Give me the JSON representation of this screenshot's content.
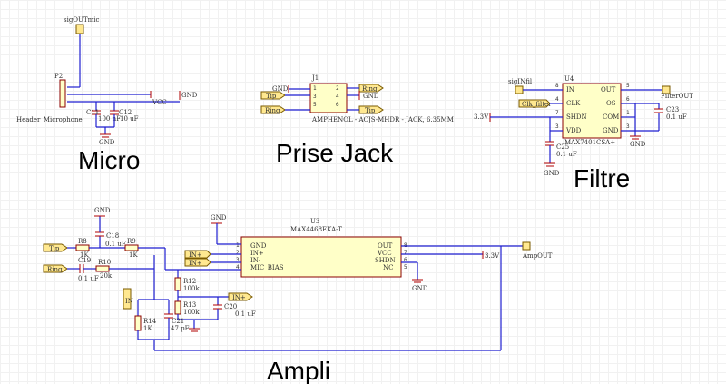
{
  "sections": {
    "micro": "Micro",
    "jack": "Prise Jack",
    "filtre": "Filtre",
    "ampli": "Ampli"
  },
  "micro": {
    "header_ref": "P2",
    "header_name": "Header_Microphone",
    "port_sig": "sigOUTmic",
    "vcc": "VCC",
    "gnd_right": "GND",
    "gnd": "GND",
    "c11": {
      "ref": "C11",
      "value": "100 nF"
    },
    "c12": {
      "ref": "C12",
      "value": "10 uF"
    }
  },
  "jack": {
    "ref": "J1",
    "gnd": "GND",
    "gnd_right": "GND",
    "tip_left": "Tip",
    "ring_left": "Ring",
    "ring_right": "Ring",
    "tip_right": "Tip",
    "pins": [
      "1",
      "2",
      "3",
      "4",
      "5",
      "6"
    ],
    "description": "AMPHENOL - ACJS-MHDR - JACK, 6.35MM"
  },
  "filtre": {
    "ref": "U4",
    "part": "MAX7401CSA+",
    "port_in": "sigINfil",
    "port_clk": "Clk_filter",
    "port_out": "FilterOUT",
    "v33": "3.3V",
    "pins_left": [
      {
        "name": "IN",
        "num": "8"
      },
      {
        "name": "CLK",
        "num": "4"
      },
      {
        "name": "SHDN",
        "num": "7"
      },
      {
        "name": "VDD",
        "num": "3"
      }
    ],
    "pins_right": [
      {
        "name": "OUT",
        "num": "5"
      },
      {
        "name": "OS",
        "num": "6"
      },
      {
        "name": "COM",
        "num": "1"
      },
      {
        "name": "GND",
        "num": "3"
      }
    ],
    "c23": {
      "ref": "C23",
      "value": "0.1 uF"
    },
    "c25": {
      "ref": "C25",
      "value": "0.1 uF"
    },
    "gnd": "GND"
  },
  "ampli": {
    "ref": "U3",
    "part": "MAX4468EKA-T",
    "pins_left": [
      {
        "num": "1",
        "name": "GND"
      },
      {
        "num": "2",
        "name": "IN+"
      },
      {
        "num": "3",
        "name": "IN-"
      },
      {
        "num": "4",
        "name": "MIC_BIAS"
      }
    ],
    "pins_right": [
      {
        "num": "8",
        "name": "OUT"
      },
      {
        "num": "7",
        "name": "VCC"
      },
      {
        "num": "6",
        "name": "SHDN"
      },
      {
        "num": "5",
        "name": "NC"
      }
    ],
    "port_tip": "Tip",
    "port_ring": "Ring",
    "port_inp": "IN+",
    "port_inp2": "IN+",
    "port_inp3": "IN+",
    "port_out": "AmpOUT",
    "v33": "3.3V",
    "gnd": "GND",
    "in_label": "IN",
    "r8": {
      "ref": "R8",
      "value": "1K"
    },
    "r9": {
      "ref": "R9",
      "value": "1K"
    },
    "r10": {
      "ref": "R10",
      "value": "20k"
    },
    "r12": {
      "ref": "R12",
      "value": "100k"
    },
    "r13": {
      "ref": "R13",
      "value": "100k"
    },
    "r14": {
      "ref": "R14",
      "value": "1K"
    },
    "c18": {
      "ref": "C18",
      "value": "0.1 uF"
    },
    "c19": {
      "ref": "C19",
      "value": "0.1 uF"
    },
    "c20": {
      "ref": "C20",
      "value": "0.1 uF"
    },
    "c21": {
      "ref": "C21",
      "value": "47 pF"
    }
  }
}
